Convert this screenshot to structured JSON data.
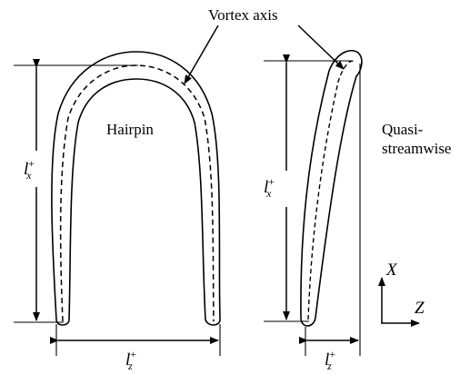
{
  "labels": {
    "vortex_axis": "Vortex axis",
    "hairpin": "Hairpin",
    "quasi_line1": "Quasi-",
    "quasi_line2": "streamwise"
  },
  "symbols": {
    "l": "l",
    "x": "x",
    "z": "z",
    "plus": "+"
  },
  "axes": {
    "x_label": "X",
    "z_label": "Z"
  }
}
